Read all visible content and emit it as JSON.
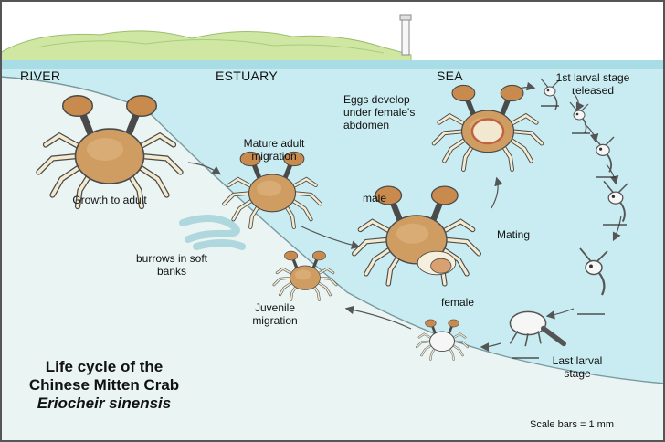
{
  "zones": {
    "river": "RIVER",
    "estuary": "ESTUARY",
    "sea": "SEA"
  },
  "labels": {
    "growth": "Growth to adult",
    "mature_migration": "Mature adult migration",
    "eggs": "Eggs develop under female's abdomen",
    "larval_first": "1st larval stage released",
    "male": "male",
    "mating": "Mating",
    "female": "female",
    "burrows": "burrows in soft banks",
    "juvenile": "Juvenile migration",
    "last_larval": "Last larval stage"
  },
  "title": {
    "line1": "Life cycle of the",
    "line2": "Chinese Mitten Crab",
    "scientific": "Eriocheir sinensis"
  },
  "scale_note": "Scale bars = 1 mm",
  "colors": {
    "water": "#c8ecf1",
    "water_surface": "#a9dde6",
    "land": "#cfe7a3",
    "hills": "#b9d98a",
    "bank": "#e9f4f3",
    "crab_body": "#cf9d62",
    "crab_dark": "#b46e3d",
    "crab_legs": "#f3ead0",
    "outline": "#4a4a4a"
  }
}
